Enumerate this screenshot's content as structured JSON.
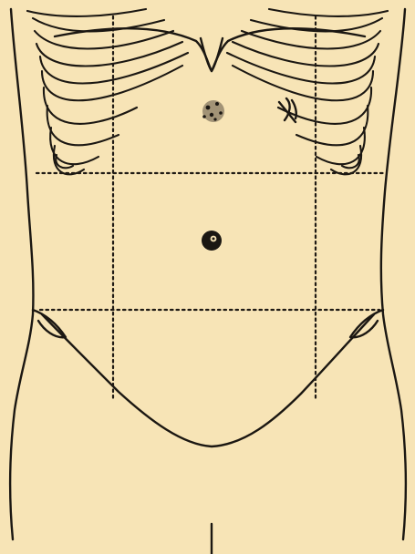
{
  "figure": {
    "subject": "abdomen",
    "paper_color": "#f7e4b6",
    "ink_color": "#1b1712",
    "regions_grid": "3x3 dotted",
    "marks": [
      {
        "name": "epigastric-stippled-mark"
      },
      {
        "name": "cross-mark"
      },
      {
        "name": "umbilicus"
      }
    ]
  }
}
